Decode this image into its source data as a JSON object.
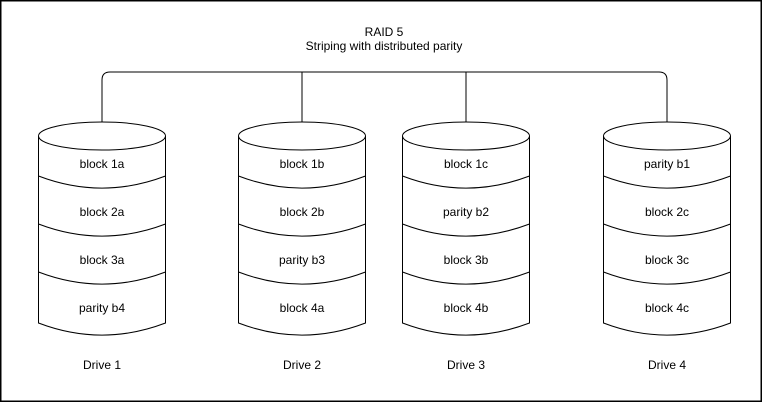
{
  "title": "RAID 5",
  "subtitle": "Striping with distributed parity",
  "drives": [
    {
      "label": "Drive 1",
      "blocks": [
        "block 1a",
        "block 2a",
        "block 3a",
        "parity b4"
      ]
    },
    {
      "label": "Drive 2",
      "blocks": [
        "block 1b",
        "block 2b",
        "parity b3",
        "block 4a"
      ]
    },
    {
      "label": "Drive 3",
      "blocks": [
        "block 1c",
        "parity b2",
        "block 3b",
        "block 4b"
      ]
    },
    {
      "label": "Drive 4",
      "blocks": [
        "parity b1",
        "block 2c",
        "block 3c",
        "block 4c"
      ]
    }
  ],
  "colors": {
    "stroke": "#000000",
    "background": "#ffffff"
  }
}
